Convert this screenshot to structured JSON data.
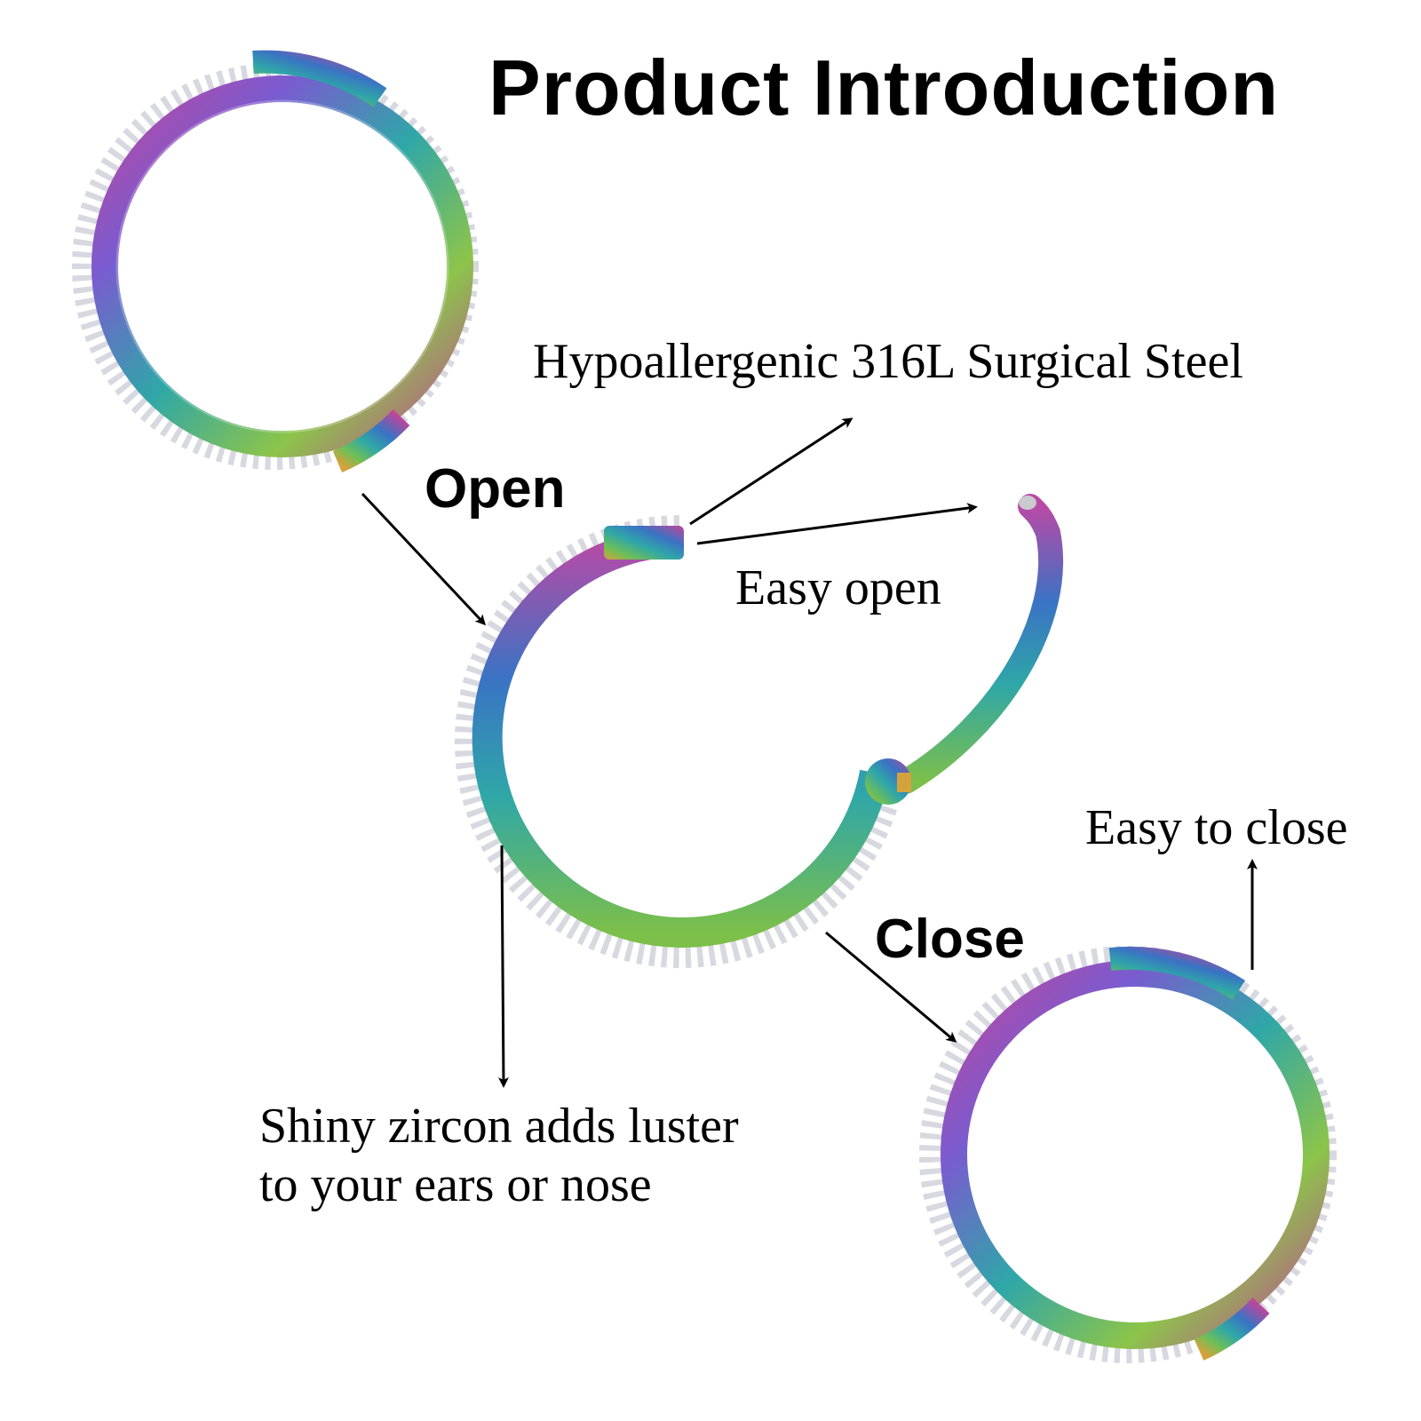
{
  "title": "Product Introduction",
  "steps": {
    "open": "Open",
    "close": "Close"
  },
  "features": {
    "material": "Hypoallergenic 316L Surgical Steel",
    "easy_open": "Easy open",
    "easy_close": "Easy to close",
    "zircon_line1": "Shiny zircon adds luster",
    "zircon_line2": "to your ears or nose"
  },
  "colors": {
    "background": "#ffffff",
    "text": "#000000",
    "ring_magenta": "#c2459a",
    "ring_teal": "#2fa7a8",
    "ring_green": "#6fbf55",
    "ring_blue": "#3a73c4"
  },
  "images": {
    "ring_closed_top": "rainbow-hinged-hoop-ring-closed",
    "ring_open_center": "rainbow-hinged-hoop-ring-open",
    "ring_closed_bottom": "rainbow-hinged-hoop-ring-closed"
  }
}
